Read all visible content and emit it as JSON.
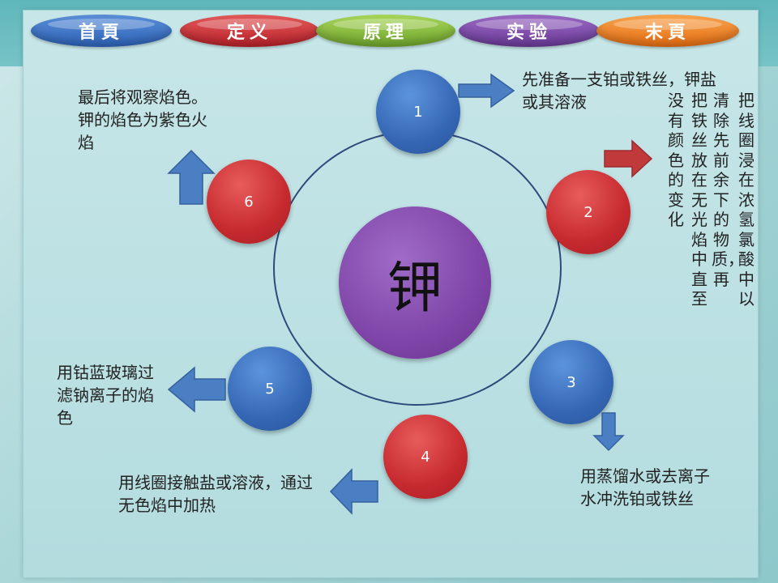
{
  "nav": {
    "home": "首頁",
    "definition": "定义",
    "principle": "原理",
    "experiment": "实验",
    "end": "末頁"
  },
  "center": {
    "label": "钾"
  },
  "nodes": [
    {
      "number": "1",
      "color": "blue",
      "text": "先准备一支铂或铁丝，钾盐或其溶液"
    },
    {
      "number": "2",
      "color": "red",
      "text_columns": [
        "把线圈浸在浓氢氯酸中以",
        "清除先前余下的物质，再",
        "把铁丝放在无光焰中直至",
        "没有颜色的变化"
      ]
    },
    {
      "number": "3",
      "color": "blue",
      "text": "用蒸馏水或去离子水冲洗铂或铁丝"
    },
    {
      "number": "4",
      "color": "red",
      "text": "用线圈接触盐或溶液，通过无色焰中加热"
    },
    {
      "number": "5",
      "color": "blue",
      "text": "用钴蓝玻璃过滤钠离子的焰色"
    },
    {
      "number": "6",
      "color": "red",
      "text": "最后将观察焰色。钾的焰色为紫色火焰"
    }
  ],
  "colors": {
    "blue_node": "#3567b5",
    "red_node": "#c62a2f",
    "center_node": "#7f45a8",
    "orbit": "#2e4a7a",
    "blue_arrow": "#4a7fc4",
    "red_arrow": "#c0393b"
  },
  "icons": {
    "arrow_right_blue": "arrow-right-icon",
    "arrow_right_red": "arrow-right-icon",
    "arrow_down_blue": "arrow-down-icon",
    "arrow_left_blue": "arrow-left-icon",
    "arrow_up_blue": "arrow-up-icon"
  }
}
